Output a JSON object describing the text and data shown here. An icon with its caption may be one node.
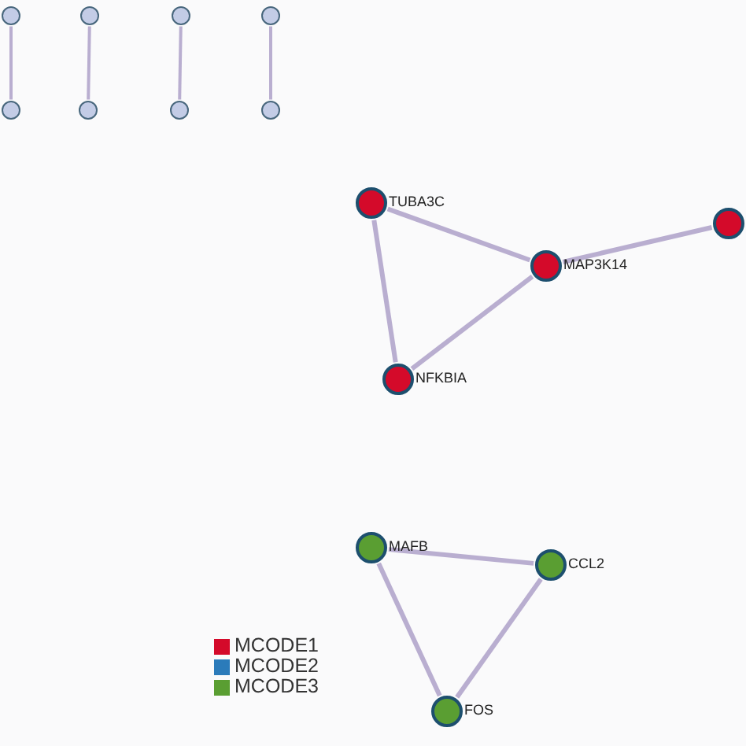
{
  "diagram": {
    "nodes": [
      {
        "text": [],
        "shape": "circle"
      },
      {
        "text": [],
        "shape": "circle"
      },
      {
        "text": [],
        "shape": "circle"
      },
      {
        "text": [],
        "shape": "circle"
      },
      {
        "text": [],
        "shape": "circle"
      },
      {
        "text": [],
        "shape": "circle"
      },
      {
        "text": [],
        "shape": "circle"
      },
      {
        "text": [],
        "shape": "circle"
      },
      {
        "text": [
          "TUBA3C"
        ]
      },
      {
        "text": [],
        "shape": "circle"
      },
      {
        "text": [
          "MAP3K14"
        ]
      },
      {
        "text": [
          "NFKBIA"
        ]
      },
      {
        "text": [
          "MAFB"
        ]
      },
      {
        "text": [
          "CCL2"
        ]
      },
      {
        "text": [
          "FOS"
        ]
      }
    ],
    "edges": [
      {
        "from": 0,
        "to": 4,
        "arrow": "none"
      },
      {
        "from": 1,
        "to": 5,
        "arrow": "none"
      },
      {
        "from": 2,
        "to": 6,
        "arrow": "none"
      },
      {
        "from": 3,
        "to": 7,
        "arrow": "none"
      },
      {
        "from": 8,
        "to": 10,
        "arrow": "none"
      },
      {
        "from": 8,
        "to": 11,
        "arrow": "none"
      },
      {
        "from": 10,
        "to": 9,
        "arrow": "none"
      },
      {
        "from": 10,
        "to": 11,
        "arrow": "none"
      },
      {
        "from": 12,
        "to": 13,
        "arrow": "none"
      },
      {
        "from": 12,
        "to": 14,
        "arrow": "none"
      },
      {
        "from": 13,
        "to": 14,
        "arrow": "none"
      }
    ],
    "legend": [
      {
        "text": "MCODE1",
        "color": "#d40a2a"
      },
      {
        "text": "MCODE2",
        "color": "#2b7bba"
      },
      {
        "text": "MCODE3",
        "color": "#5a9e32"
      }
    ]
  }
}
